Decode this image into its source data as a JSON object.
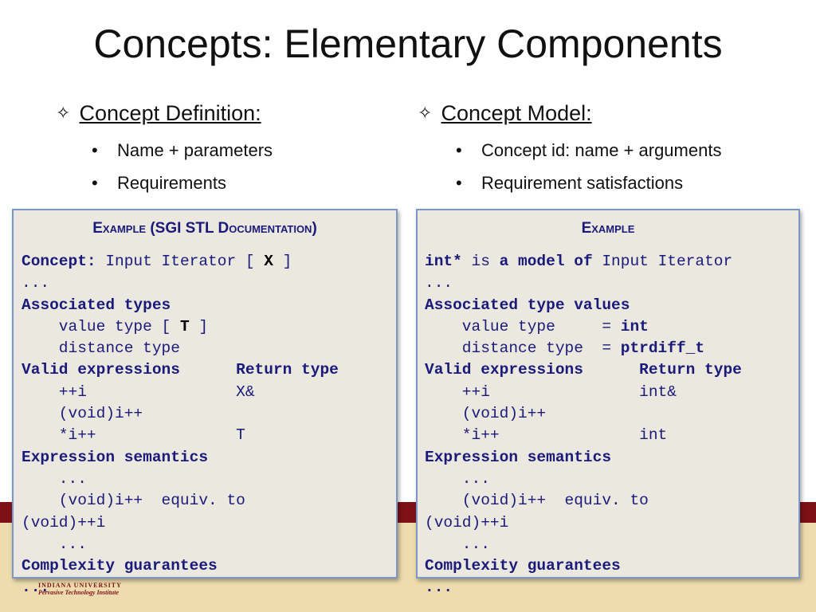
{
  "title": "Concepts: Elementary Components",
  "left": {
    "heading": "Concept Definition:",
    "bullets": [
      "Name + parameters",
      "Requirements"
    ],
    "box_title": "Example (SGI STL Documentation)",
    "code": [
      [
        {
          "t": "Concept:",
          "c": "kw"
        },
        {
          "t": " Input Iterator [ ",
          "c": "ty"
        },
        {
          "t": "X",
          "c": "bk"
        },
        {
          "t": " ]",
          "c": "ty"
        }
      ],
      [
        {
          "t": "...",
          "c": "ty"
        }
      ],
      [
        {
          "t": "Associated types",
          "c": "kw"
        }
      ],
      [
        {
          "t": "    value type [ ",
          "c": "ty"
        },
        {
          "t": "T",
          "c": "bk"
        },
        {
          "t": " ]",
          "c": "ty"
        }
      ],
      [
        {
          "t": "    distance type",
          "c": "ty"
        }
      ],
      [
        {
          "t": "Valid expressions      Return type",
          "c": "kw"
        }
      ],
      [
        {
          "t": "    ++i                X&",
          "c": "ty"
        }
      ],
      [
        {
          "t": "    (void)i++",
          "c": "ty"
        }
      ],
      [
        {
          "t": "    *i++               T",
          "c": "ty"
        }
      ],
      [
        {
          "t": "Expression semantics",
          "c": "kw"
        }
      ],
      [
        {
          "t": "    ...",
          "c": "ty"
        }
      ],
      [
        {
          "t": "    (void)i++  equiv. to",
          "c": "ty"
        }
      ],
      [
        {
          "t": "(void)++i",
          "c": "ty"
        }
      ],
      [
        {
          "t": "    ...",
          "c": "ty"
        }
      ],
      [
        {
          "t": "Complexity guarantees",
          "c": "kw"
        }
      ],
      [
        {
          "t": "...",
          "c": "kw"
        }
      ]
    ]
  },
  "right": {
    "heading": "Concept Model:",
    "bullets": [
      "Concept id: name + arguments",
      "Requirement satisfactions"
    ],
    "box_title": "Example",
    "code": [
      [
        {
          "t": "int*",
          "c": "kw"
        },
        {
          "t": " is ",
          "c": "ty"
        },
        {
          "t": "a model of",
          "c": "kw"
        },
        {
          "t": " Input Iterator",
          "c": "ty"
        }
      ],
      [
        {
          "t": "...",
          "c": "ty"
        }
      ],
      [
        {
          "t": "Associated type values",
          "c": "kw"
        }
      ],
      [
        {
          "t": "    value type     = ",
          "c": "ty"
        },
        {
          "t": "int",
          "c": "kw"
        }
      ],
      [
        {
          "t": "    distance type  = ",
          "c": "ty"
        },
        {
          "t": "ptrdiff_t",
          "c": "kw"
        }
      ],
      [
        {
          "t": "Valid expressions      Return type",
          "c": "kw"
        }
      ],
      [
        {
          "t": "    ++i                int&",
          "c": "ty"
        }
      ],
      [
        {
          "t": "    (void)i++",
          "c": "ty"
        }
      ],
      [
        {
          "t": "    *i++               int",
          "c": "ty"
        }
      ],
      [
        {
          "t": "Expression semantics",
          "c": "kw"
        }
      ],
      [
        {
          "t": "    ...",
          "c": "ty"
        }
      ],
      [
        {
          "t": "    (void)i++  equiv. to",
          "c": "ty"
        }
      ],
      [
        {
          "t": "(void)++i",
          "c": "ty"
        }
      ],
      [
        {
          "t": "    ...",
          "c": "ty"
        }
      ],
      [
        {
          "t": "Complexity guarantees",
          "c": "kw"
        }
      ],
      [
        {
          "t": "...",
          "c": "kw"
        }
      ]
    ]
  },
  "footer": {
    "line1": "INDIANA UNIVERSITY",
    "line2": "Pervasive Technology Institute"
  },
  "colors": {
    "footer_band": "#7d1116",
    "footer_cream": "#eedcae",
    "box_bg": "#ebe8df",
    "box_border": "#7a97c8",
    "keyword": "#1a1a7a"
  },
  "icons": {
    "heading_marker": "four-point-star-icon",
    "bullet_marker": "bullet-dot-icon"
  }
}
